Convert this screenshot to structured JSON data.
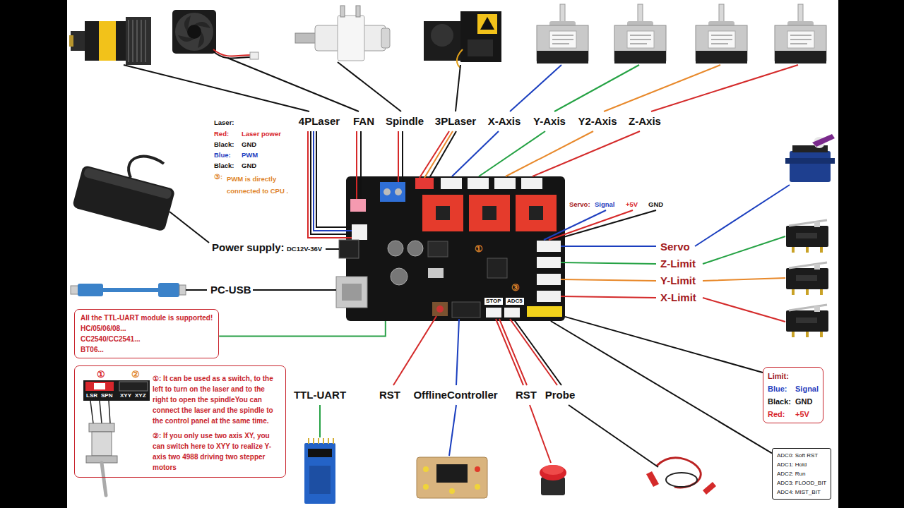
{
  "diagram": {
    "nodes": [
      {
        "text": [
          "STOP",
          "ADC5"
        ]
      },
      {
        "text": [
          "All the TTL-UART module is supported!",
          "HC/05/06/08...",
          "CC2540/CC2541...",
          "BT06..."
        ]
      },
      {
        "text": [
          "①: It can be used as a switch, to the left to turn on the laser and to the right to open the spindleYou can connect the laser and the spindle to the control panel at the same time.",
          "②: If you only use two axis XY, you can switch here to XYY to realize Y-axis two 4988 driving two stepper motors"
        ]
      },
      {
        "text": [
          "Limit:",
          "Blue:",
          "Signal",
          "Black:",
          "GND",
          "Red:",
          "+5V"
        ]
      },
      {
        "text": [
          "ADC0: Soft RST",
          "ADC1: Hold",
          "ADC2: Run",
          "ADC3: FLOOD_BIT",
          "ADC4: MIST_BIT"
        ]
      }
    ],
    "edges": [
      {
        "from": 0,
        "to": 1,
        "arrow": "none"
      },
      {
        "from": 0,
        "to": 3,
        "arrow": "none"
      },
      {
        "from": 0,
        "to": 4,
        "arrow": "none"
      }
    ],
    "labels": [
      "Laser:",
      "Red:",
      "Laser power",
      "Black:",
      "GND",
      "Blue:",
      "PWM",
      "Black:",
      "GND",
      "③:",
      "PWM is directly connected to CPU .",
      "4PLaser",
      "FAN",
      "Spindle",
      "3PLaser",
      "X-Axis",
      "Y-Axis",
      "Y2-Axis",
      "Z-Axis",
      "Servo:",
      "Signal",
      "+5V",
      "GND",
      "Power supply:",
      "DC12V-36V",
      "Servo",
      "Z-Limit",
      "Y-Limit",
      "X-Limit",
      "PC-USB",
      "①",
      "③",
      "TTL-UART",
      "RST",
      "OfflineController",
      "RST",
      "Probe",
      "①",
      "②",
      "LSR",
      "SPN",
      "XYY",
      "XYZ"
    ]
  }
}
